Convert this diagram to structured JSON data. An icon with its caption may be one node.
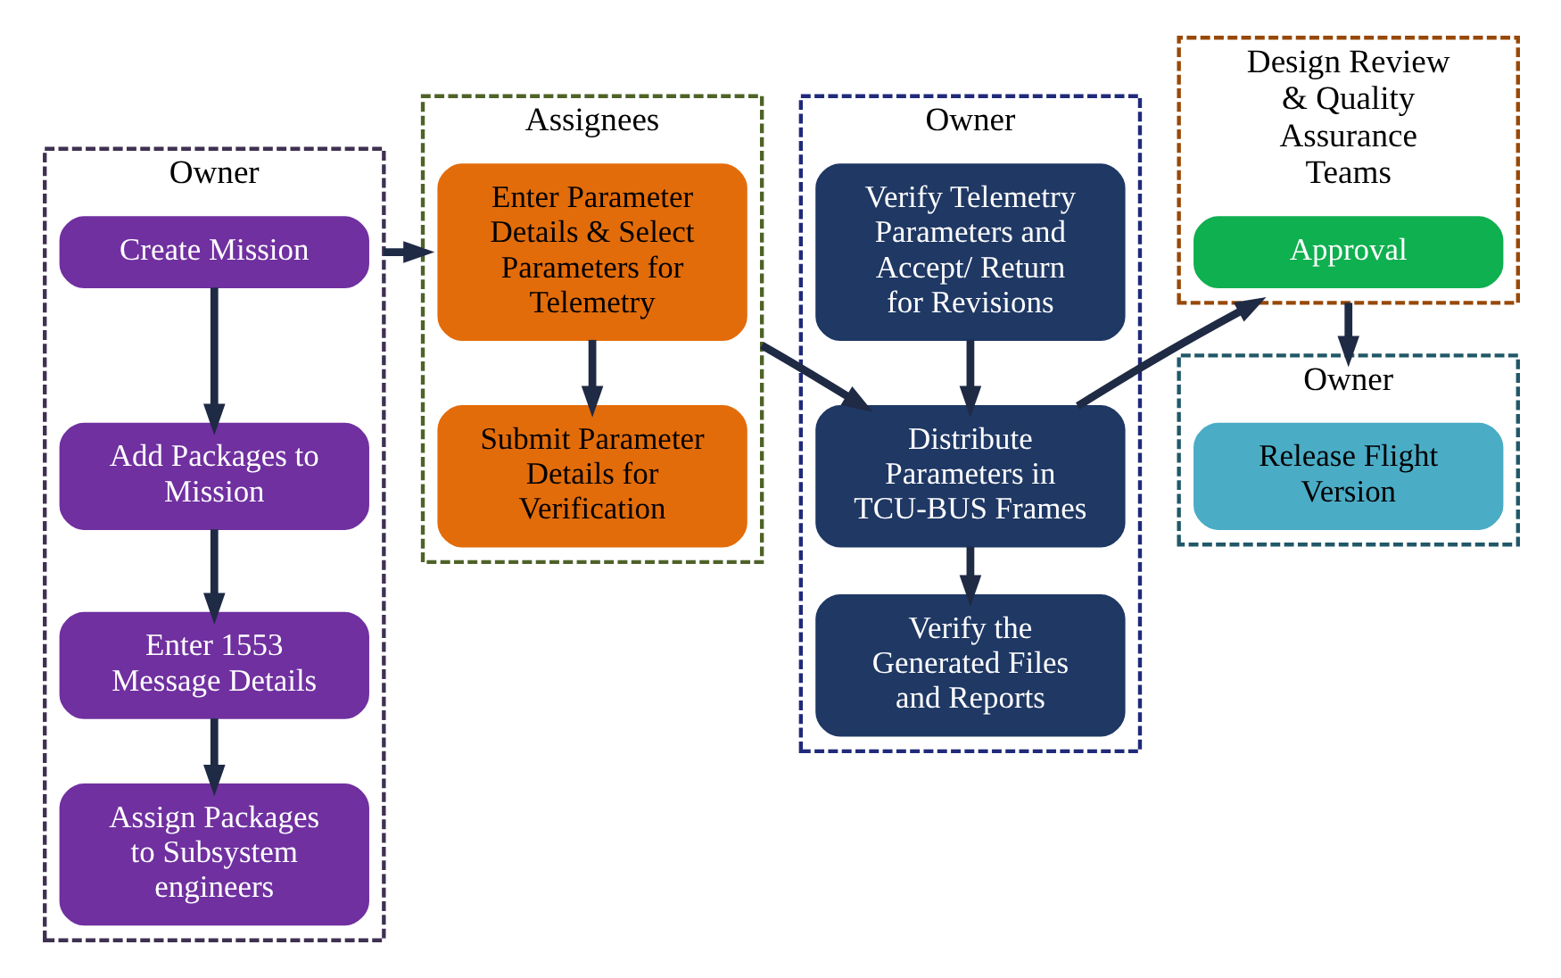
{
  "diagram": {
    "nodes": [
      {
        "text": [
          "Owner"
        ]
      },
      {
        "text": [
          "Create Mission"
        ],
        "in": 0
      },
      {
        "text": [
          "Add Packages to Mission"
        ],
        "in": 0
      },
      {
        "text": [
          "Enter 1553 Message Details"
        ],
        "in": 0
      },
      {
        "text": [
          "Assign Packages to Subsystem engineers"
        ],
        "in": 0
      },
      {
        "text": [
          "Assignees"
        ]
      },
      {
        "text": [
          "Enter Parameter Details & Select Parameters for Telemetry"
        ],
        "in": 5
      },
      {
        "text": [
          "Submit Parameter Details for Verification"
        ],
        "in": 5
      },
      {
        "text": [
          "Owner"
        ]
      },
      {
        "text": [
          "Verify Telemetry Parameters and Accept/ Return for Revisions"
        ],
        "in": 8
      },
      {
        "text": [
          "Distribute Parameters in TCU-BUS Frames"
        ],
        "in": 8
      },
      {
        "text": [
          "Verify the Generated Files and Reports"
        ],
        "in": 8
      },
      {
        "text": [
          "Design Review & Quality Assurance Teams"
        ]
      },
      {
        "text": [
          "Approval"
        ],
        "in": 12
      },
      {
        "text": [
          "Owner"
        ]
      },
      {
        "text": [
          "Release Flight Version"
        ],
        "in": 14
      }
    ],
    "edges": [
      {
        "from": 1,
        "to": 2,
        "arrow": "to"
      },
      {
        "from": 2,
        "to": 3,
        "arrow": "to"
      },
      {
        "from": 3,
        "to": 4,
        "arrow": "to"
      },
      {
        "from": 0,
        "to": 5,
        "arrow": "to"
      },
      {
        "from": 6,
        "to": 7,
        "arrow": "to"
      },
      {
        "from": 5,
        "to": 10,
        "arrow": "to"
      },
      {
        "from": 9,
        "to": 10,
        "arrow": "to"
      },
      {
        "from": 10,
        "to": 11,
        "arrow": "to"
      },
      {
        "from": 10,
        "to": 12,
        "arrow": "to"
      },
      {
        "from": 12,
        "to": 14,
        "arrow": "to"
      }
    ]
  }
}
